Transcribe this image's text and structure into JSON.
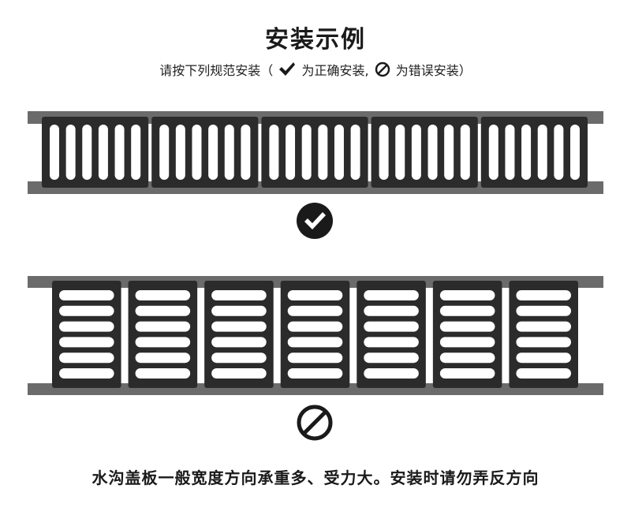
{
  "header": {
    "title": "安装示例",
    "subtitle_before": "请按下列规范安装（",
    "subtitle_correct": "为正确安装,",
    "subtitle_wrong": "为错误安装）"
  },
  "diagrams": {
    "correct": {
      "grate_count": 5,
      "slot_direction": "vertical",
      "slots_per_grate": 6,
      "mark": "check-icon"
    },
    "wrong": {
      "grate_count": 7,
      "slot_direction": "horizontal",
      "slots_per_grate": 6,
      "mark": "prohibited-icon"
    }
  },
  "colors": {
    "grate": "#2b2b2b",
    "channel": "#6b6b6b",
    "slot": "#ffffff",
    "text": "#1a1a1a"
  },
  "footer": {
    "caption": "水沟盖板一般宽度方向承重多、受力大。安装时请勿弄反方向"
  }
}
